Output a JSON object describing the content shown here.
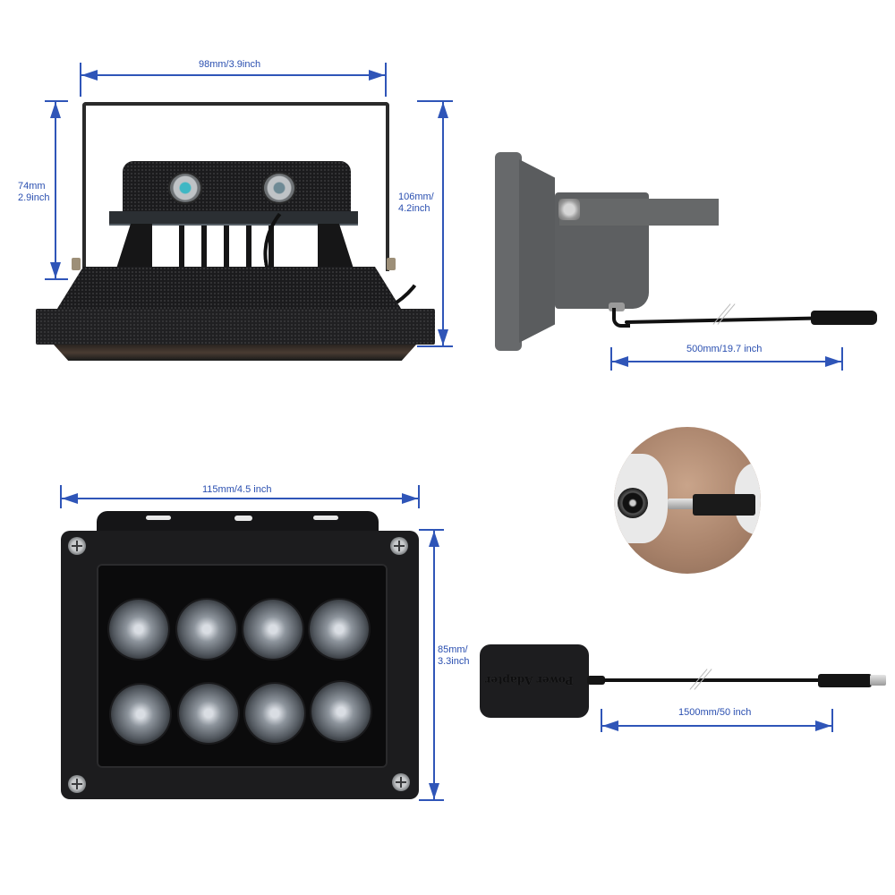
{
  "product": {
    "name": "IR Illuminator",
    "led_count": 8
  },
  "views": {
    "back_view": {
      "width_label": "98mm/3.9inch",
      "body_height_label_line1": "74mm",
      "body_height_label_line2": "2.9inch",
      "total_height_label_line1": "106mm/",
      "total_height_label_line2": "4.2inch"
    },
    "side_view": {
      "cable_length_label": "500mm/19.7 inch"
    },
    "front_view": {
      "width_label": "115mm/4.5 inch",
      "height_label_line1": "85mm/",
      "height_label_line2": "3.3inch"
    },
    "power_adapter": {
      "printed_text": "Power Adapter",
      "cable_length_label": "1500mm/50 inch"
    },
    "connector_closeup": {
      "caption": ""
    }
  },
  "colors": {
    "dimension_blue": "#2f55b8",
    "label_blue": "#2a4fb0",
    "housing_black": "#1c1c1e",
    "side_grey": "#5f6163"
  }
}
